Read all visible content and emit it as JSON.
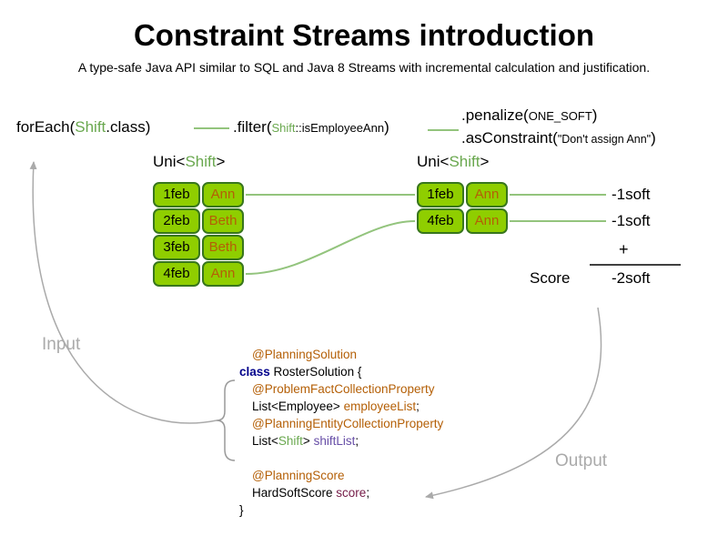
{
  "title": "Constraint Streams introduction",
  "subtitle": "A type-safe Java API similar to SQL and Java 8 Streams with incremental calculation and justification.",
  "flow": {
    "foreach": {
      "pre": "forEach(",
      "shift": "Shift",
      "post": ".class)"
    },
    "filter": {
      "pre": ".filter(",
      "shift": "Shift",
      "method": "::isEmployeeAnn",
      "close": ")"
    },
    "penalize": {
      "pre": ".penalize(",
      "arg": "ONE_SOFT",
      "close": ")"
    },
    "as_constraint": {
      "pre": ".asConstraint(",
      "arg": "\"Don't assign Ann\"",
      "close": ")"
    }
  },
  "uni_header": {
    "pre": "Uni<",
    "shift": "Shift",
    "post": ">"
  },
  "tables": {
    "left": {
      "rows": [
        {
          "date": "1feb",
          "name": "Ann"
        },
        {
          "date": "2feb",
          "name": "Beth"
        },
        {
          "date": "3feb",
          "name": "Beth"
        },
        {
          "date": "4feb",
          "name": "Ann"
        }
      ]
    },
    "right": {
      "rows": [
        {
          "date": "1feb",
          "name": "Ann"
        },
        {
          "date": "4feb",
          "name": "Ann"
        }
      ]
    }
  },
  "scores": {
    "per_row": [
      "-1soft",
      "-1soft"
    ],
    "plus": "+",
    "label": "Score",
    "total": "-2soft"
  },
  "labels": {
    "input": "Input",
    "output": "Output"
  },
  "code": {
    "planning_solution": "@PlanningSolution",
    "kw_class": "class",
    "class_name": " RosterSolution {",
    "problem_fact_annotation": "@ProblemFactCollectionProperty",
    "employee_type": "List<Employee> ",
    "employee_field": "employeeList",
    "planning_entity_annotation": "@PlanningEntityCollectionProperty",
    "shift_type_pre": "List<",
    "shift_type": "Shift",
    "shift_type_post": "> ",
    "shift_field": "shiftList",
    "planning_score_annotation": "@PlanningScore",
    "score_type": "HardSoftScore ",
    "score_field": "score",
    "semicolon": ";",
    "closing_brace": "}"
  },
  "colors": {
    "green_text": "#6aa84f",
    "box_fill": "#8fce00",
    "box_border": "#38761d",
    "connector_green": "#93c47d",
    "orange": "#b45f06",
    "keyword_blue": "#00008b",
    "purple": "#674ea7",
    "maroon": "#741b47",
    "arrow_gray": "#aaaaaa"
  }
}
